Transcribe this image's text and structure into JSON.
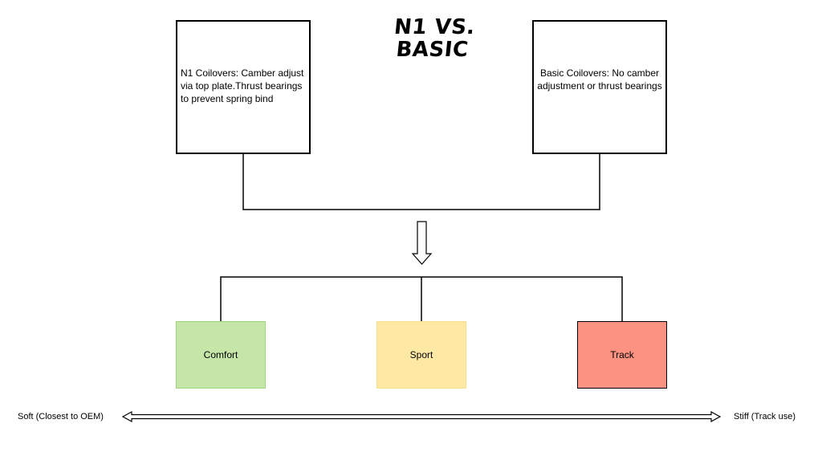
{
  "title": {
    "line1": "N1 VS.",
    "line2": "BASIC"
  },
  "boxes": {
    "n1": {
      "text": "N1 Coilovers: Camber adjust via top plate.Thrust bearings to prevent spring bind"
    },
    "basic": {
      "text": "Basic Coilovers: No camber adjustment or thrust bearings"
    }
  },
  "tiers": {
    "comfort": {
      "label": "Comfort",
      "fill": "#c5e6a8",
      "border": "#9fd47c"
    },
    "sport": {
      "label": "Sport",
      "fill": "#fde9a4",
      "border": "#f8df92"
    },
    "track": {
      "label": "Track",
      "fill": "#fc9281",
      "border": "#000000"
    }
  },
  "scale": {
    "left": "Soft (Closest to OEM)",
    "right": "Stiff (Track use)"
  }
}
